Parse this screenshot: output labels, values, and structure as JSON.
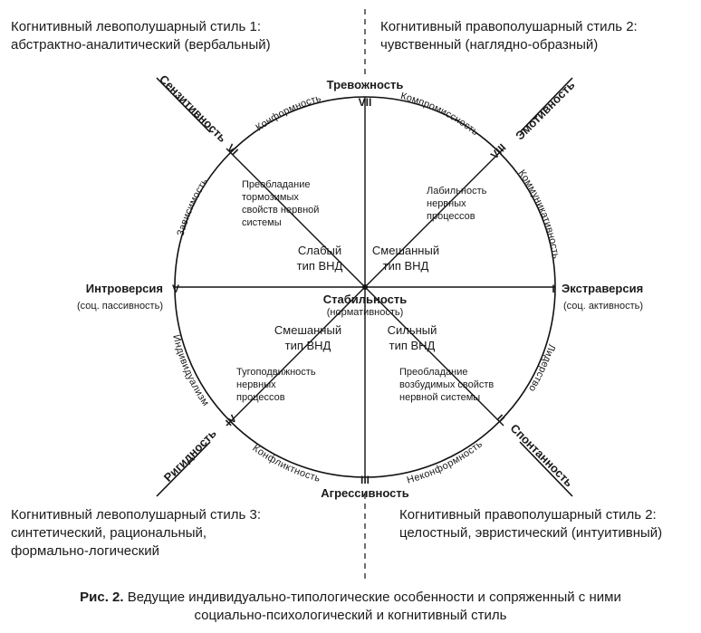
{
  "corners": {
    "top_left": [
      "Когнитивный левополушарный стиль 1:",
      "абстрактно-аналитический (вербальный)"
    ],
    "top_right": [
      "Когнитивный правополушарный стиль 2:",
      "чувственный (наглядно-образный)"
    ],
    "bottom_left": [
      "Когнитивный левополушарный стиль 3:",
      "синтетический, рациональный,",
      "формально-логический"
    ],
    "bottom_right": [
      "Когнитивный правополушарный стиль 2:",
      "целостный, эвристический (интуитивный)"
    ]
  },
  "caption": {
    "label": "Рис. 2.",
    "line1": "Ведущие индивидуально-типологические особенности и сопряженный с ними",
    "line2": "социально-психологический и когнитивный стиль"
  },
  "poles": {
    "top": "Тревожность",
    "bottom": "Агрессивность",
    "left": "Интроверсия",
    "left_sub": "(соц. пассивность)",
    "right": "Экстраверсия",
    "right_sub": "(соц. активность)",
    "top_left": "Сензитивность",
    "top_right": "Эмотивность",
    "bottom_left": "Ригидность",
    "bottom_right": "Спонтанность"
  },
  "numerals": {
    "I": "I",
    "II": "II",
    "III": "III",
    "IV": "IV",
    "V": "V",
    "VI": "VI",
    "VII": "VII",
    "VIII": "VIII"
  },
  "arc_labels": {
    "conformity": "Конформность",
    "compromise": "Компромиссность",
    "dependence": "Зависимость",
    "communicativity": "Коммуникативность",
    "individualism": "Индивидуализм",
    "leadership": "Лидерство",
    "conflict": "Конфликтность",
    "nonconformity": "Неконформность"
  },
  "center": {
    "line1": "Стабильность",
    "line2": "(нормативность)"
  },
  "quadrants": {
    "top_left_note": [
      "Преобладание",
      "тормозимых",
      "свойств нервной",
      "системы"
    ],
    "top_left_type": [
      "Слабый",
      "тип ВНД"
    ],
    "top_right_note": [
      "Лабильность",
      "нервных",
      "процессов"
    ],
    "top_right_type": [
      "Смешанный",
      "тип ВНД"
    ],
    "bottom_left_type": [
      "Смешанный",
      "тип ВНД"
    ],
    "bottom_left_note": [
      "Тугоподвижность",
      "нервных",
      "процессов"
    ],
    "bottom_right_type": [
      "Сильный",
      "тип ВНД"
    ],
    "bottom_right_note": [
      "Преобладание",
      "возбудимых свойств",
      "нервной системы"
    ]
  }
}
